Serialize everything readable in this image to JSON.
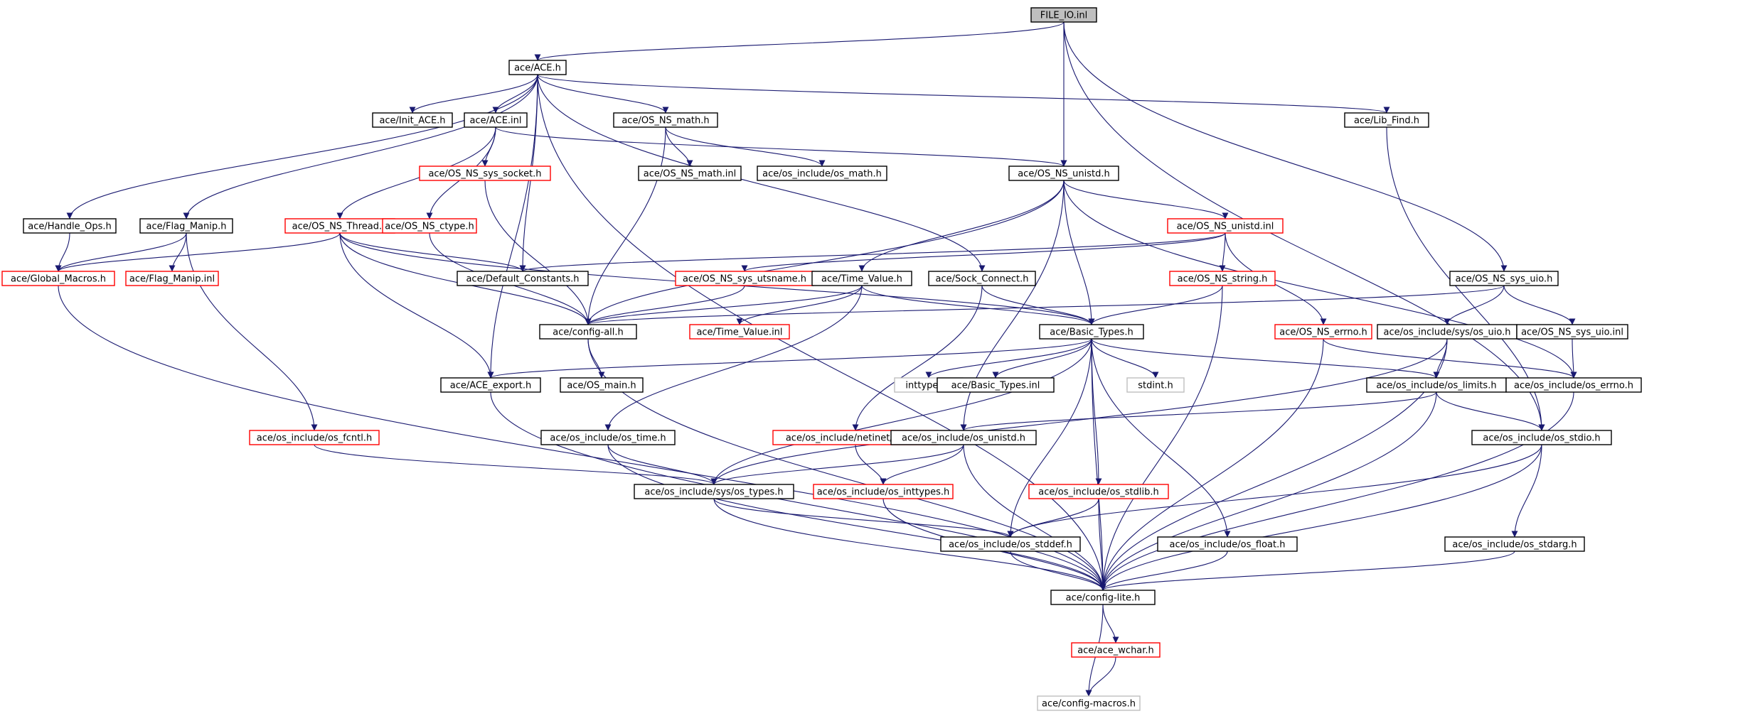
{
  "colors": {
    "root_fill": "#bfbfbf",
    "normal_border": "#000000",
    "truncated_border": "#ff0000",
    "external_border": "#bfbfbf",
    "edge": "#191970"
  },
  "nodes": [
    {
      "id": "root",
      "label": "FILE_IO.inl",
      "kind": "root"
    },
    {
      "id": "ace_h",
      "label": "ace/ACE.h",
      "kind": "normal"
    },
    {
      "id": "init_ace",
      "label": "ace/Init_ACE.h",
      "kind": "normal"
    },
    {
      "id": "ace_inl",
      "label": "ace/ACE.inl",
      "kind": "normal"
    },
    {
      "id": "os_ns_math",
      "label": "ace/OS_NS_math.h",
      "kind": "normal"
    },
    {
      "id": "lib_find",
      "label": "ace/Lib_Find.h",
      "kind": "normal"
    },
    {
      "id": "os_ns_sys_socket",
      "label": "ace/OS_NS_sys_socket.h",
      "kind": "truncated"
    },
    {
      "id": "os_ns_math_inl",
      "label": "ace/OS_NS_math.inl",
      "kind": "normal"
    },
    {
      "id": "os_math",
      "label": "ace/os_include/os_math.h",
      "kind": "normal"
    },
    {
      "id": "os_ns_unistd",
      "label": "ace/OS_NS_unistd.h",
      "kind": "normal"
    },
    {
      "id": "handle_ops",
      "label": "ace/Handle_Ops.h",
      "kind": "normal"
    },
    {
      "id": "flag_manip",
      "label": "ace/Flag_Manip.h",
      "kind": "normal"
    },
    {
      "id": "os_ns_thread",
      "label": "ace/OS_NS_Thread.h",
      "kind": "truncated"
    },
    {
      "id": "os_ns_ctype",
      "label": "ace/OS_NS_ctype.h",
      "kind": "truncated"
    },
    {
      "id": "os_ns_unistd_inl",
      "label": "ace/OS_NS_unistd.inl",
      "kind": "truncated"
    },
    {
      "id": "global_macros",
      "label": "ace/Global_Macros.h",
      "kind": "truncated"
    },
    {
      "id": "flag_manip_inl",
      "label": "ace/Flag_Manip.inl",
      "kind": "truncated"
    },
    {
      "id": "default_constants",
      "label": "ace/Default_Constants.h",
      "kind": "normal"
    },
    {
      "id": "os_ns_sys_utsname",
      "label": "ace/OS_NS_sys_utsname.h",
      "kind": "truncated"
    },
    {
      "id": "time_value",
      "label": "ace/Time_Value.h",
      "kind": "normal"
    },
    {
      "id": "sock_connect",
      "label": "ace/Sock_Connect.h",
      "kind": "normal"
    },
    {
      "id": "os_ns_string",
      "label": "ace/OS_NS_string.h",
      "kind": "truncated"
    },
    {
      "id": "os_ns_sys_uio",
      "label": "ace/OS_NS_sys_uio.h",
      "kind": "normal"
    },
    {
      "id": "config_all",
      "label": "ace/config-all.h",
      "kind": "normal"
    },
    {
      "id": "time_value_inl",
      "label": "ace/Time_Value.inl",
      "kind": "truncated"
    },
    {
      "id": "basic_types",
      "label": "ace/Basic_Types.h",
      "kind": "normal"
    },
    {
      "id": "os_ns_errno",
      "label": "ace/OS_NS_errno.h",
      "kind": "truncated"
    },
    {
      "id": "sys_os_uio",
      "label": "ace/os_include/sys/os_uio.h",
      "kind": "normal"
    },
    {
      "id": "os_ns_sys_uio_inl",
      "label": "ace/OS_NS_sys_uio.inl",
      "kind": "normal"
    },
    {
      "id": "ace_export",
      "label": "ace/ACE_export.h",
      "kind": "normal"
    },
    {
      "id": "os_main",
      "label": "ace/OS_main.h",
      "kind": "normal"
    },
    {
      "id": "inttypes",
      "label": "inttypes.h",
      "kind": "external"
    },
    {
      "id": "basic_types_inl",
      "label": "ace/Basic_Types.inl",
      "kind": "normal"
    },
    {
      "id": "stdint",
      "label": "stdint.h",
      "kind": "external"
    },
    {
      "id": "os_limits",
      "label": "ace/os_include/os_limits.h",
      "kind": "normal"
    },
    {
      "id": "os_errno",
      "label": "ace/os_include/os_errno.h",
      "kind": "normal"
    },
    {
      "id": "os_fcntl",
      "label": "ace/os_include/os_fcntl.h",
      "kind": "truncated"
    },
    {
      "id": "os_time",
      "label": "ace/os_include/os_time.h",
      "kind": "normal"
    },
    {
      "id": "netinet_os_in",
      "label": "ace/os_include/netinet/os_in.h",
      "kind": "truncated"
    },
    {
      "id": "os_unistd",
      "label": "ace/os_include/os_unistd.h",
      "kind": "normal"
    },
    {
      "id": "os_stdio",
      "label": "ace/os_include/os_stdio.h",
      "kind": "normal"
    },
    {
      "id": "sys_os_types",
      "label": "ace/os_include/sys/os_types.h",
      "kind": "normal"
    },
    {
      "id": "os_inttypes",
      "label": "ace/os_include/os_inttypes.h",
      "kind": "truncated"
    },
    {
      "id": "os_stdlib",
      "label": "ace/os_include/os_stdlib.h",
      "kind": "truncated"
    },
    {
      "id": "os_stddef",
      "label": "ace/os_include/os_stddef.h",
      "kind": "normal"
    },
    {
      "id": "os_float",
      "label": "ace/os_include/os_float.h",
      "kind": "normal"
    },
    {
      "id": "os_stdarg",
      "label": "ace/os_include/os_stdarg.h",
      "kind": "normal"
    },
    {
      "id": "config_lite",
      "label": "ace/config-lite.h",
      "kind": "normal"
    },
    {
      "id": "ace_wchar",
      "label": "ace/ace_wchar.h",
      "kind": "truncated"
    },
    {
      "id": "config_macros",
      "label": "ace/config-macros.h",
      "kind": "external"
    }
  ],
  "edges": [
    [
      "root",
      "ace_h"
    ],
    [
      "root",
      "os_ns_unistd"
    ],
    [
      "root",
      "os_ns_sys_uio"
    ],
    [
      "root",
      "os_stdio"
    ],
    [
      "ace_h",
      "init_ace"
    ],
    [
      "ace_h",
      "ace_inl"
    ],
    [
      "ace_h",
      "os_ns_math"
    ],
    [
      "ace_h",
      "lib_find"
    ],
    [
      "ace_h",
      "handle_ops"
    ],
    [
      "ace_h",
      "flag_manip"
    ],
    [
      "ace_h",
      "default_constants"
    ],
    [
      "ace_h",
      "sock_connect"
    ],
    [
      "ace_h",
      "config_lite"
    ],
    [
      "ace_h",
      "ace_export"
    ],
    [
      "ace_inl",
      "os_ns_sys_socket"
    ],
    [
      "ace_inl",
      "os_ns_thread"
    ],
    [
      "ace_inl",
      "os_ns_ctype"
    ],
    [
      "ace_inl",
      "os_ns_unistd"
    ],
    [
      "os_ns_math",
      "os_ns_math_inl"
    ],
    [
      "os_ns_math",
      "os_math"
    ],
    [
      "os_ns_math",
      "config_all"
    ],
    [
      "lib_find",
      "os_stdio"
    ],
    [
      "os_ns_sys_socket",
      "config_all"
    ],
    [
      "os_ns_unistd",
      "os_ns_unistd_inl"
    ],
    [
      "os_ns_unistd",
      "config_all"
    ],
    [
      "os_ns_unistd",
      "time_value"
    ],
    [
      "os_ns_unistd",
      "basic_types"
    ],
    [
      "os_ns_unistd",
      "os_unistd"
    ],
    [
      "os_ns_unistd",
      "os_errno"
    ],
    [
      "handle_ops",
      "global_macros"
    ],
    [
      "flag_manip",
      "global_macros"
    ],
    [
      "flag_manip",
      "flag_manip_inl"
    ],
    [
      "flag_manip",
      "os_fcntl"
    ],
    [
      "os_ns_thread",
      "global_macros"
    ],
    [
      "os_ns_thread",
      "default_constants"
    ],
    [
      "os_ns_thread",
      "config_all"
    ],
    [
      "os_ns_thread",
      "ace_export"
    ],
    [
      "os_ns_thread",
      "basic_types"
    ],
    [
      "os_ns_ctype",
      "config_all"
    ],
    [
      "os_ns_unistd_inl",
      "default_constants"
    ],
    [
      "os_ns_unistd_inl",
      "os_ns_sys_utsname"
    ],
    [
      "os_ns_unistd_inl",
      "os_ns_string"
    ],
    [
      "os_ns_unistd_inl",
      "os_ns_errno"
    ],
    [
      "global_macros",
      "config_lite"
    ],
    [
      "os_ns_sys_utsname",
      "config_all"
    ],
    [
      "time_value",
      "config_all"
    ],
    [
      "time_value",
      "time_value_inl"
    ],
    [
      "time_value",
      "basic_types"
    ],
    [
      "time_value",
      "os_time"
    ],
    [
      "sock_connect",
      "basic_types"
    ],
    [
      "sock_connect",
      "netinet_os_in"
    ],
    [
      "os_ns_string",
      "basic_types"
    ],
    [
      "os_ns_string",
      "config_lite"
    ],
    [
      "os_ns_sys_uio",
      "sys_os_uio"
    ],
    [
      "os_ns_sys_uio",
      "os_ns_sys_uio_inl"
    ],
    [
      "os_ns_sys_uio",
      "config_all"
    ],
    [
      "config_all",
      "os_main"
    ],
    [
      "config_all",
      "config_lite"
    ],
    [
      "basic_types",
      "inttypes"
    ],
    [
      "basic_types",
      "basic_types_inl"
    ],
    [
      "basic_types",
      "stdint"
    ],
    [
      "basic_types",
      "os_limits"
    ],
    [
      "basic_types",
      "ace_export"
    ],
    [
      "basic_types",
      "sys_os_types"
    ],
    [
      "basic_types",
      "os_stddef"
    ],
    [
      "basic_types",
      "os_stdlib"
    ],
    [
      "basic_types",
      "os_float"
    ],
    [
      "basic_types",
      "config_lite"
    ],
    [
      "os_ns_errno",
      "os_errno"
    ],
    [
      "os_ns_errno",
      "config_lite"
    ],
    [
      "sys_os_uio",
      "os_limits"
    ],
    [
      "sys_os_uio",
      "sys_os_types"
    ],
    [
      "sys_os_uio",
      "config_lite"
    ],
    [
      "os_ns_sys_uio_inl",
      "os_errno"
    ],
    [
      "ace_export",
      "config_lite"
    ],
    [
      "os_limits",
      "os_unistd"
    ],
    [
      "os_limits",
      "os_stdio"
    ],
    [
      "os_limits",
      "config_lite"
    ],
    [
      "os_errno",
      "config_lite"
    ],
    [
      "os_fcntl",
      "sys_os_types"
    ],
    [
      "os_time",
      "sys_os_types"
    ],
    [
      "os_time",
      "config_lite"
    ],
    [
      "netinet_os_in",
      "os_inttypes"
    ],
    [
      "os_unistd",
      "sys_os_types"
    ],
    [
      "os_unistd",
      "os_inttypes"
    ],
    [
      "os_unistd",
      "config_lite"
    ],
    [
      "os_stdio",
      "os_stddef"
    ],
    [
      "os_stdio",
      "os_stdarg"
    ],
    [
      "os_stdio",
      "config_lite"
    ],
    [
      "sys_os_types",
      "os_stddef"
    ],
    [
      "sys_os_types",
      "config_lite"
    ],
    [
      "os_inttypes",
      "config_lite"
    ],
    [
      "os_stdlib",
      "os_stddef"
    ],
    [
      "os_stdlib",
      "config_lite"
    ],
    [
      "os_stddef",
      "config_lite"
    ],
    [
      "os_float",
      "config_lite"
    ],
    [
      "os_stdarg",
      "config_lite"
    ],
    [
      "config_lite",
      "ace_wchar"
    ],
    [
      "config_lite",
      "config_macros"
    ],
    [
      "ace_wchar",
      "config_macros"
    ]
  ]
}
